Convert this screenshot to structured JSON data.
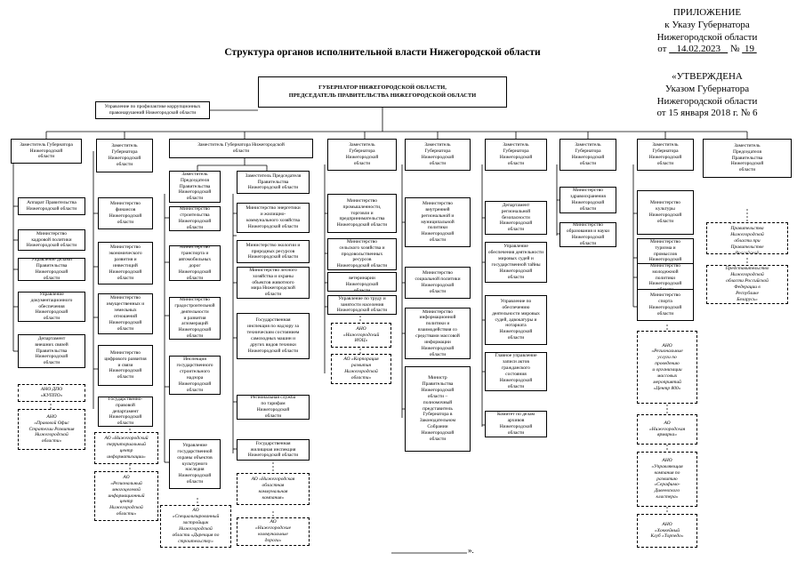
{
  "appendix": {
    "line1": "ПРИЛОЖЕНИЕ",
    "line2": "к Указу Губернатора",
    "line3": "Нижегородской области",
    "date_prefix": "от",
    "date": "14.02.2023",
    "num_prefix": "№",
    "num": "19"
  },
  "approved": {
    "line1": "«УТВЕРЖДЕНА",
    "line2": "Указом Губернатора",
    "line3": "Нижегородской области",
    "line4": "от 15 января 2018 г. № 6"
  },
  "title": "Структура органов исполнительной власти Нижегородской области",
  "governor": "ГУБЕРНАТОР НИЖЕГОРОДСКОЙ ОБЛАСТИ,\nПРЕДСЕДАТЕЛЬ ПРАВИТЕЛЬСТВА НИЖЕГОРОДСКОЙ ОБЛАСТИ",
  "anticorruption": "Управление по профилактике коррупционных\nправонарушений Нижегородской области",
  "deputies": [
    "Заместитель Губернатора\nНижегородской\nобласти",
    "Заместитель\nГубернатора\nНижегородской\nобласти",
    "Заместитель Губернатора Нижегородской\nобласти",
    "Заместитель\nГубернатора\nНижегородской\nобласти",
    "Заместитель\nГубернатора\nНижегородской\nобласти",
    "Заместитель\nГубернатора\nНижегородской\nобласти",
    "Заместитель\nГубернатора\nНижегородской\nобласти",
    "Заместитель\nГубернатора\nНижегородской\nобласти",
    "Заместитель\nПредседателя\nПравительства\nНижегородской\nобласти"
  ],
  "col1": [
    "Аппарат Правительства\nНижегородской области",
    "Министерство\nкадровой политики\nНижегородской области",
    "Управление делами\nПравительства\nНижегородской\nобласти",
    "Управление\nдокументационного\nобеспечения\nНижегородской\nобласти",
    "Департамент\nвнешних связей\nПравительства\nНижегородской\nобласти"
  ],
  "col1_dashed": [
    "АНО ДПО\n«КУППО»",
    "АНО\n«Правовой Офис\nСтратегии Развития\nНижегородской\nобласти»"
  ],
  "col2": [
    "Министерство\nфинансов\nНижегородской\nобласти",
    "Министерство\nэкономического\nразвития и\nинвестиций\nНижегородской\nобласти",
    "Министерство\nимущественных и\nземельных\nотношений\nНижегородской\nобласти",
    "Министерство\nцифрового развития\nи связи\nНижегородской\nобласти",
    "Государственно-\nправовой\nдепартамент\nНижегородской\nобласти"
  ],
  "col2_dashed": [
    "АО «Нижегородский\nтерриториальный\nцентр\nинформатизации»",
    "АО\n«Региональный\nмногоцелевой\nинформационный\nцентр\nНижегородской\nобласти»"
  ],
  "col3a_head": "Заместитель\nПредседателя\nПравительства\nНижегородской\nобласти",
  "col3a": [
    "Министерство\nстроительства\nНижегородской\nобласти",
    "Министерство\nтранспорта и\nавтомобильных\nдорог\nНижегородской\nобласти",
    "Министерство\nградостроительной\nдеятельности\nи развития\nагломераций\nНижегородской\nобласти",
    "Инспекция\nгосударственного\nстроительного\nнадзора\nНижегородской\nобласти",
    "Управление\nгосударственной\nохраны объектов\nкультурного\nнаследия\nНижегородской\nобласти"
  ],
  "col3a_dashed": [
    "АО\n«Специализированный\nзастройщик\nНижегородской\nобласти «Дирекция по\nстроительству»"
  ],
  "col3b_head": "Заместитель Председателя\nПравительства\nНижегородской области",
  "col3b": [
    "Министерство энергетики\nи жилищно-\nкоммунального хозяйства\nНижегородской области",
    "Министерство экологии и\nприродных ресурсов\nНижегородской области",
    "Министерство лесного\nхозяйства и охраны\nобъектов животного\nмира Нижегородской\nобласти",
    "Государственная\nинспекция по надзору за\nтехническим состоянием\nсамоходных машин и\nдругих видов техники\nНижегородской области",
    "Региональная служба\nпо тарифам\nНижегородской\nобласти",
    "Государственная\nжилищная инспекция\nНижегородской области"
  ],
  "col3b_dashed": [
    "АО «Нижегородская\nобластная\nкоммунальная\nкомпания»",
    "АО\n«Нижегородские\nкоммунальные\nдороги»"
  ],
  "col4": [
    "Министерство\nпромышленности,\nторговли и\nпредпринимательства\nНижегородской области",
    "Министерство\nсельского хозяйства и\nпродовольственных\nресурсов\nНижегородской области",
    "Комитет\nветеринарии\nНижегородской\nобласти",
    "Управление по труду и\nзанятости населения\nНижегородской области"
  ],
  "col4_dashed": [
    "АНО\n«Нижегородский\nИОЦ»",
    "АО «Корпорация\nразвития\nНижегородской\nобласти»"
  ],
  "col5": [
    "Министерство\nвнутренней\nрегиональной и\nмуниципальной\nполитики\nНижегородской\nобласти",
    "Министерство\nсоциальной политики\nНижегородской\nобласти",
    "Министерство\nинформационной\nполитики и\nвзаимодействия со\nсредствами массовой\nинформации\nНижегородской\nобласти",
    "Министр\nПравительства\nНижегородской\nобласти –\nполномочный\nпредставитель\nГубернатора в\nЗаконодательном\nСобрании\nНижегородской\nобласти"
  ],
  "col6": [
    "Департамент\nрегиональной\nбезопасности\nНижегородской\nобласти",
    "Управление\nобеспечения деятельности\nмировых судей и\nгосударственной тайны\nНижегородской\nобласти",
    "Управление по\nобеспечению\nдеятельности мировых\nсудей, адвокатуры и\nнотариата\nНижегородской\nобласти",
    "Главное управление\nзаписи актов\nгражданского\nсостояния\nНижегородской\nобласти",
    "Комитет по делам\nархивов\nНижегородской\nобласти"
  ],
  "col7": [
    "Министерство\nздравоохранения\nНижегородской\nобласти",
    "Министерство\nобразования и науки\nНижегородской\nобласти"
  ],
  "col8": [
    "Министерство\nкультуры\nНижегородской\nобласти",
    "Министерство\nтуризма и\nпромыслов\nНижегородской\nобласти",
    "Министерство\nмолодежной\nполитики\nНижегородской\nобласти",
    "Министерство\nспорта\nНижегородской\nобласти"
  ],
  "col8_dashed": [
    "АНО\n«Региональные\nуслуги по\nпроведению\nи организации\nмассовых\nмероприятий\n«Центр 800»",
    "АО\n«Нижегородская\nярмарка»",
    "АНО\n«Управляющая\nкомпания по\nразвитию\n«Серафимо-\nДивеевского\nкластера»",
    "АНО\n«Хоккейный\nКлуб «Торпедо»"
  ],
  "col9_dashed": [
    "ГКУ НО\n«Представительство\nПравительства\nНижегородской\nобласти при\nПравительстве\nРоссийской\nФедерации»",
    "Представительство\nНижегородской\nобласти Российской\nФедерации в\nРеспублике\nБеларусь»"
  ],
  "footer_end": "»."
}
